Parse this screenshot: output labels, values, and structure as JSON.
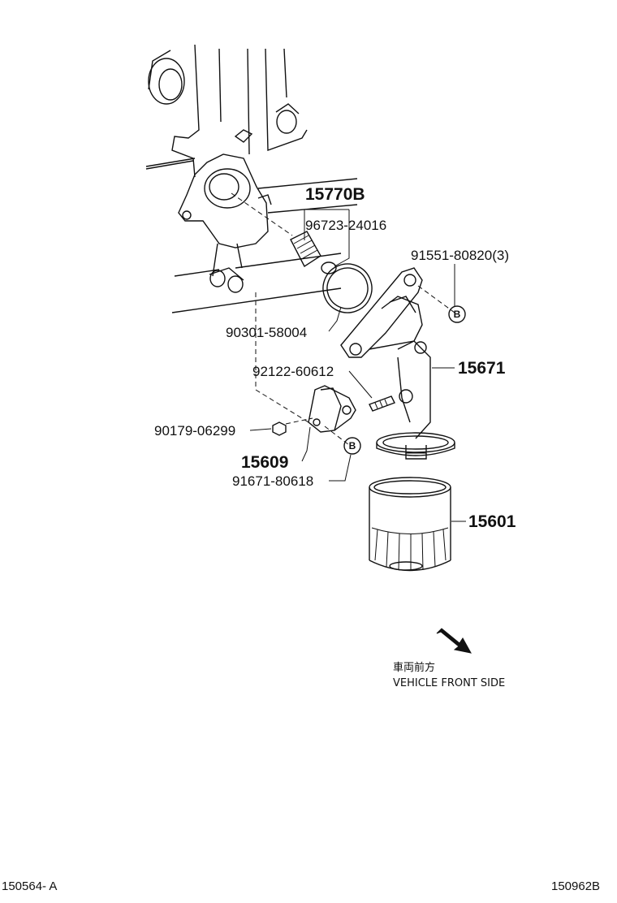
{
  "callouts": {
    "p15770B": "15770B",
    "p96723": "96723-24016",
    "p91551": "91551-80820(3)",
    "p90301": "90301-58004",
    "p15671": "15671",
    "p92122": "92122-60612",
    "p90179": "90179-06299",
    "p15609": "15609",
    "p91671": "91671-80618",
    "p15601": "15601"
  },
  "badges": {
    "b1": "B",
    "b2": "B"
  },
  "direction": {
    "jp": "車両前方",
    "en": "VEHICLE FRONT SIDE"
  },
  "footer": {
    "left_code": "150564- A",
    "right_code": "150962B"
  }
}
